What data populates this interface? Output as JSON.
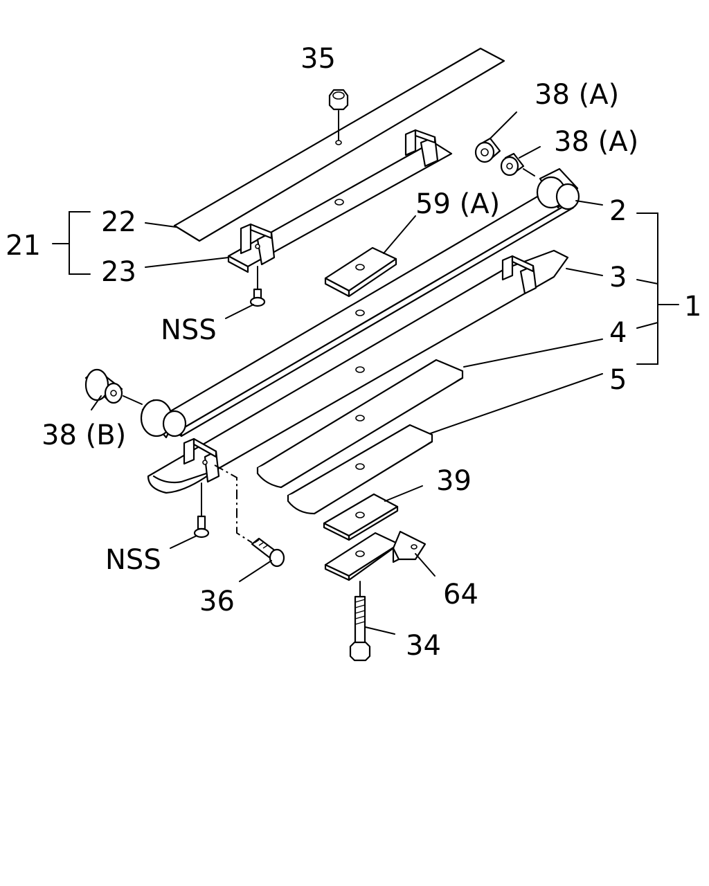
{
  "labels": {
    "p35": "35",
    "p38a1": "38 (A)",
    "p38a2": "38 (A)",
    "p22": "22",
    "p21": "21",
    "p23": "23",
    "p59a": "59 (A)",
    "p2": "2",
    "p3": "3",
    "p1": "1",
    "p4": "4",
    "p5": "5",
    "nss1": "NSS",
    "p38b": "38 (B)",
    "p39": "39",
    "nss2": "NSS",
    "p64": "64",
    "p36": "36",
    "p34": "34"
  }
}
